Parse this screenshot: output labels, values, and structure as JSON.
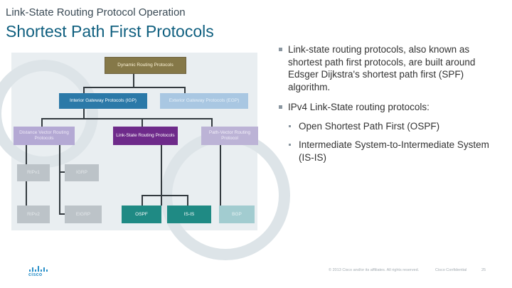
{
  "slide": {
    "topic": "Link-State Routing Protocol Operation",
    "title": "Shortest Path First Protocols"
  },
  "diagram": {
    "root": "Dynamic Routing Protocols",
    "igp": "Interior Gateway Protocols (IGP)",
    "egp": "Exterior Gateway Protocols (EGP)",
    "distance_vector": "Distance Vector Routing Protocols",
    "link_state": "Link-State Routing Protocols",
    "path_vector": "Path-Vector Routing Protocol",
    "leaves": {
      "ripv1": "RIPv1",
      "igrp": "IGRP",
      "ripv2": "RIPv2",
      "eigrp": "EIGRP",
      "ospf": "OSPF",
      "isis": "IS-IS",
      "bgp": "BGP"
    }
  },
  "bullets": [
    {
      "text": "Link-state routing protocols, also known as shortest path first protocols, are built around Edsger Dijkstra's shortest path first (SPF) algorithm.",
      "sub": []
    },
    {
      "text": "IPv4 Link-State routing protocols:",
      "sub": [
        "Open Shortest Path First (OSPF)",
        "Intermediate System-to-Intermediate System (IS-IS)"
      ]
    }
  ],
  "footer": {
    "logo_text": "cisco",
    "copyright": "© 2013 Cisco and/or its affiliates. All rights reserved.",
    "classification": "Cisco Confidential",
    "page": "25"
  },
  "colors": {
    "title": "#0f5f7f",
    "root_box": "#857848",
    "igp_box": "#2b79a8",
    "link_state_box": "#6e2a8a",
    "ospf_isis_box": "#1f8a84",
    "cisco_blue": "#2b90c9"
  }
}
